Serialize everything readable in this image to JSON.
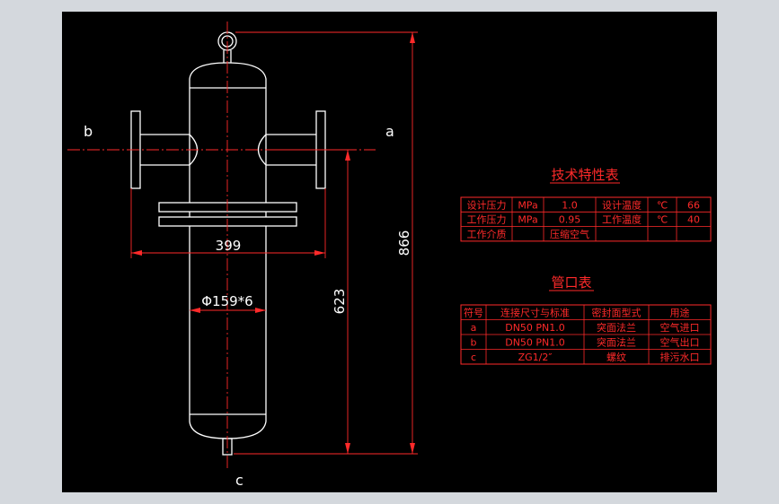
{
  "drawing": {
    "labels": {
      "port_a": "a",
      "port_b": "b",
      "port_c": "c"
    },
    "dimensions": {
      "flange_span": "399",
      "shell_diameter": "Φ159*6",
      "inlet_height": "623",
      "overall_height": "866"
    }
  },
  "spec_table": {
    "title": "技术特性表",
    "rows": [
      [
        "设计压力",
        "MPa",
        "1.0",
        "设计温度",
        "℃",
        "66"
      ],
      [
        "工作压力",
        "MPa",
        "0.95",
        "工作温度",
        "℃",
        "40"
      ],
      [
        "工作介质",
        "",
        "压缩空气",
        "",
        "",
        ""
      ]
    ]
  },
  "nozzle_table": {
    "title": "管口表",
    "headers": [
      "符号",
      "连接尺寸与标准",
      "密封面型式",
      "用途"
    ],
    "rows": [
      [
        "a",
        "DN50 PN1.0",
        "突面法兰",
        "空气进口"
      ],
      [
        "b",
        "DN50 PN1.0",
        "突面法兰",
        "空气出口"
      ],
      [
        "c",
        "ZG1/2″",
        "螺纹",
        "排污水口"
      ]
    ]
  },
  "colors": {
    "sheet": "#000000",
    "frame": "#d4d8dd",
    "annotation": "#ff2a2a",
    "geometry": "#ffffff",
    "centerline": "#ff2a2a"
  }
}
